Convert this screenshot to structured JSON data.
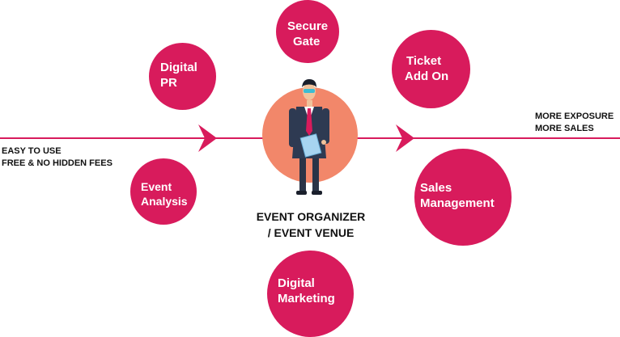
{
  "left_caption": {
    "line1": "EASY TO USE",
    "line2": "FREE & NO HIDDEN FEES"
  },
  "right_caption": {
    "line1": "MORE EXPOSURE",
    "line2": "MORE SALES"
  },
  "center": {
    "line1": "EVENT ORGANIZER",
    "line2": "/ EVENT VENUE"
  },
  "bubbles": {
    "secure_gate": {
      "line1": "Secure",
      "line2": "Gate"
    },
    "digital_pr": {
      "line1": "Digital",
      "line2": "PR"
    },
    "ticket_add_on": {
      "line1": "Ticket",
      "line2": "Add On"
    },
    "event_analysis": {
      "line1": "Event",
      "line2": "Analysis"
    },
    "sales_management": {
      "line1": "Sales",
      "line2": "Management"
    },
    "digital_marketing": {
      "line1": "Digital",
      "line2": "Marketing"
    }
  },
  "colors": {
    "accent": "#d81b5c",
    "center_circle": "#f2876a",
    "text": "#111111"
  },
  "icons": {
    "organizer": "businessman-icon",
    "arrows": "chevron-right-icon"
  }
}
